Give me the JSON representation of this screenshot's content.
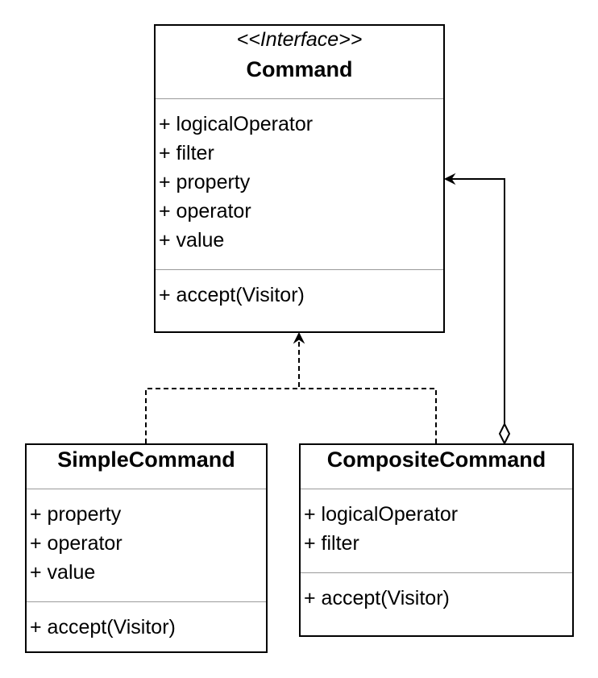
{
  "command": {
    "stereotype": "<<Interface>>",
    "name": "Command",
    "attributes": [
      "+ logicalOperator",
      "+ filter",
      "+ property",
      "+ operator",
      "+ value"
    ],
    "methods": [
      "+ accept(Visitor)"
    ]
  },
  "simple_command": {
    "name": "SimpleCommand",
    "attributes": [
      "+ property",
      "+ operator",
      "+ value"
    ],
    "methods": [
      "+ accept(Visitor)"
    ]
  },
  "composite_command": {
    "name": "CompositeCommand",
    "attributes": [
      "+ logicalOperator",
      "+ filter"
    ],
    "methods": [
      "+ accept(Visitor)"
    ]
  },
  "relationships": [
    {
      "from": "SimpleCommand",
      "to": "Command",
      "kind": "realization"
    },
    {
      "from": "CompositeCommand",
      "to": "Command",
      "kind": "realization"
    },
    {
      "from": "CompositeCommand",
      "to": "Command",
      "kind": "aggregation"
    }
  ]
}
